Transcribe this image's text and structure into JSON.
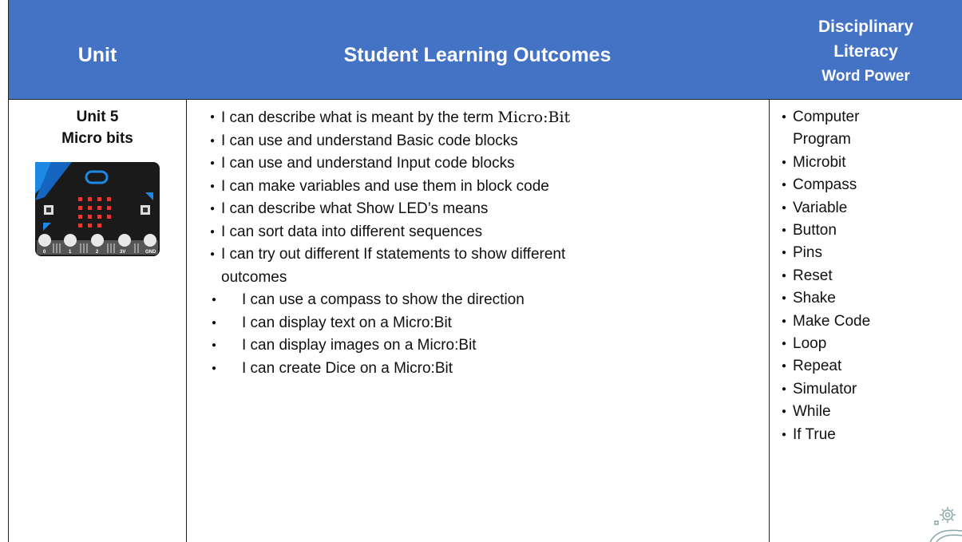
{
  "header": {
    "unit": "Unit",
    "outcomes": "Student Learning Outcomes",
    "literacy_line1": "Disciplinary",
    "literacy_line2": "Literacy",
    "literacy_line3": "Word Power"
  },
  "unit": {
    "line1": "Unit 5",
    "line2": "Micro bits"
  },
  "outcomes": {
    "o1_prefix": "I can describe what is meant by the term ",
    "o1_term": "Micro:Bit",
    "o2": "I can use and understand Basic code blocks",
    "o3": "I can use and understand Input code blocks",
    "o4": "I can make variables and use them in block code",
    "o5": "I can describe what Show LED’s means",
    "o6": "I can sort data into different sequences",
    "o7_line1": "I can try out different If statements to show different",
    "o7_line2": "outcomes",
    "o8": "I can use a compass to show the direction",
    "o9": "I can display text on a Micro:Bit",
    "o10": "I can display images on a Micro:Bit",
    "o11": "I can create Dice on a Micro:Bit"
  },
  "word_power": {
    "w1_line1": "Computer",
    "w1_line2": "Program",
    "w2": "Microbit",
    "w3": "Compass",
    "w4": "Variable",
    "w5": "Button",
    "w6": "Pins",
    "w7": "Reset",
    "w8": "Shake",
    "w9": "Make Code",
    "w10": "Loop",
    "w11": "Repeat",
    "w12": "Simulator",
    "w13": "While",
    "w14": "If True"
  },
  "microbit_pins": [
    "0",
    "1",
    "2",
    "3V",
    "GND"
  ],
  "colors": {
    "header_bg": "#4472C4",
    "header_text": "#ffffff",
    "microbit_body": "#1a1a1a",
    "microbit_accent": "#1E88E5",
    "led_on": "#e53935"
  }
}
